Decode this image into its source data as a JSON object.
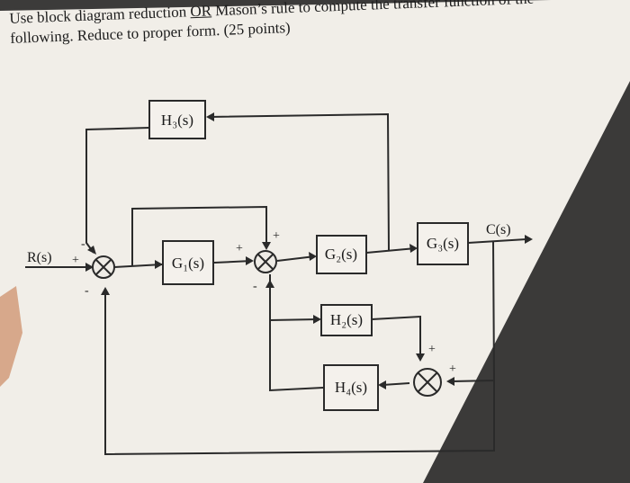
{
  "question": {
    "line1_pre": "Use block diagram reduction ",
    "line1_or": "OR",
    "line1_post": " Mason’s rule to compute the transfer function of the",
    "line2": "following. Reduce to proper form. (25 points)"
  },
  "blocks": {
    "h3": "H₃(s)",
    "g1": "G₁(s)",
    "g2": "G₂(s)",
    "g3": "G₃(s)",
    "h2": "H₂(s)",
    "h4": "H₄(s)"
  },
  "signals": {
    "input": "R(s)",
    "output": "C(s)"
  },
  "signs": {
    "sum1_left": "+",
    "sum1_top": "-",
    "sum1_bottom": "-",
    "sum2_left": "+",
    "sum2_top": "+",
    "sum2_bottom": "-",
    "sum3_top": "+",
    "sum3_right": "+"
  },
  "colors": {
    "paper": "#f1eee8",
    "background_dark": "#3c3b3a",
    "ink": "#2a2a2a"
  }
}
